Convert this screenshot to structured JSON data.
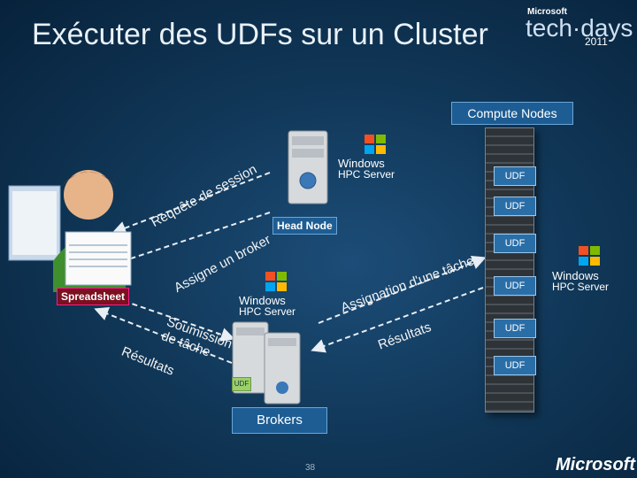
{
  "slide": {
    "title": "Exécuter des UDFs sur un Cluster",
    "page_number": "38"
  },
  "branding": {
    "microsoft": "Microsoft",
    "event": "tech·days",
    "year": "2011",
    "footer_logo": "Microsoft"
  },
  "labels": {
    "compute_nodes": "Compute Nodes",
    "head_node": "Head Node",
    "brokers": "Brokers",
    "spreadsheet": "Spreadsheet",
    "udf_items": [
      "UDF",
      "UDF",
      "UDF",
      "UDF",
      "UDF",
      "UDF"
    ],
    "broker_chip": "UDF"
  },
  "hpc_logos": {
    "windows": "Windows",
    "hpc_server": "HPC Server"
  },
  "flows": {
    "request_session": "Requête de session",
    "assign_broker": "Assigne un broker",
    "submit_task": "Soumission de tâche",
    "results_left": "Résultats",
    "assign_task": "Assignation d'une tâche",
    "results_right": "Résultats"
  },
  "colors": {
    "background": "#113859",
    "label_blue": "#1e5d93",
    "spreadsheet_red": "#7a1020"
  }
}
